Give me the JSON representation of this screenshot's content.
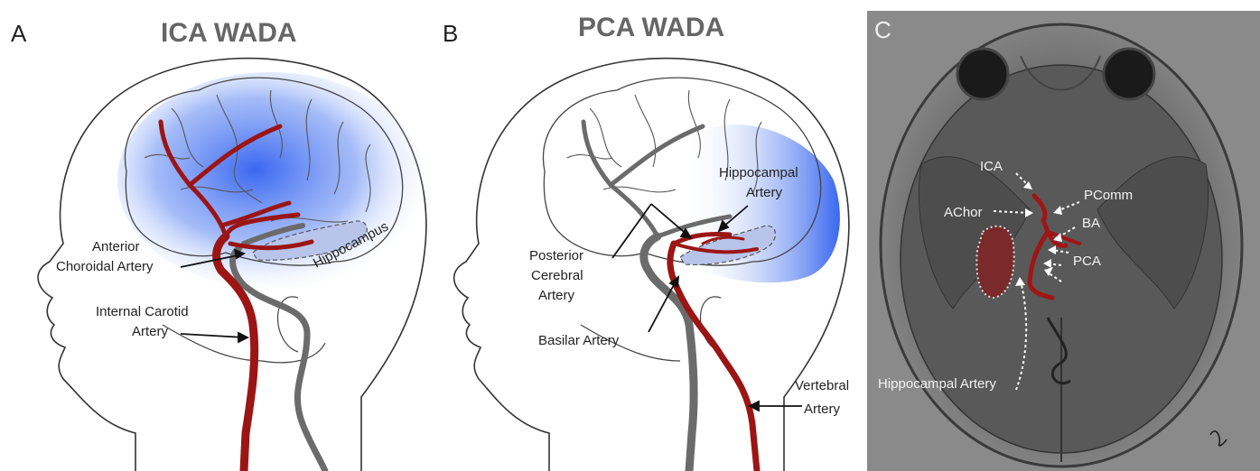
{
  "panels": {
    "a": {
      "letter": "A",
      "title": "ICA WADA",
      "labels": {
        "choroidal_line1": "Anterior",
        "choroidal_line2": "Choroidal Artery",
        "carotid_line1": "Internal Carotid",
        "carotid_line2": "Artery",
        "hippocampus": "Hippocampus"
      }
    },
    "b": {
      "letter": "B",
      "title": "PCA WADA",
      "labels": {
        "hippo_line1": "Hippocampal",
        "hippo_line2": "Artery",
        "pca_line1": "Posterior",
        "pca_line2": "Cerebral",
        "pca_line3": "Artery",
        "basilar": "Basilar Artery",
        "vertebral_line1": "Vertebral",
        "vertebral_line2": "Artery"
      }
    },
    "c": {
      "letter": "C",
      "labels": {
        "ica": "ICA",
        "pcomm": "PComm",
        "achor": "AChor",
        "ba": "BA",
        "pca": "PCA",
        "hippocampal_artery": "Hippocampal Artery"
      }
    }
  },
  "colors": {
    "artery_red": "#9b1515",
    "artery_gray": "#6b6b6b",
    "perfusion_blue": "#3a6df0",
    "outline": "#333333"
  }
}
